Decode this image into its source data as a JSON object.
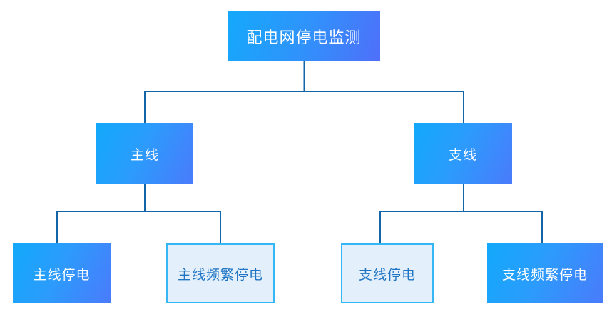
{
  "diagram": {
    "type": "tree",
    "title": "配电网停电监测",
    "orientation": "top-down",
    "colors": {
      "background": "#ffffff",
      "connector": "#1464a8",
      "filled_gradient_start": "#12a9fb",
      "filled_gradient_end": "#4a7bfb",
      "outline_border": "#35b6f5",
      "outline_fill": "#e3f0fb",
      "outline_text": "#1f74c4",
      "filled_text": "#ffffff"
    },
    "root": {
      "label": "配电网停电监测",
      "style": "filled"
    },
    "level2": [
      {
        "id": "main",
        "label": "主线",
        "style": "filled"
      },
      {
        "id": "branch",
        "label": "支线",
        "style": "filled"
      }
    ],
    "level3": [
      {
        "id": "main-outage",
        "label": "主线停电",
        "style": "filled",
        "parent": "main"
      },
      {
        "id": "main-frequent",
        "label": "主线频繁停电",
        "style": "outline",
        "parent": "main"
      },
      {
        "id": "branch-outage",
        "label": "支线停电",
        "style": "outline",
        "parent": "branch"
      },
      {
        "id": "branch-frequent",
        "label": "支线频繁停电",
        "style": "filled",
        "parent": "branch"
      }
    ]
  }
}
